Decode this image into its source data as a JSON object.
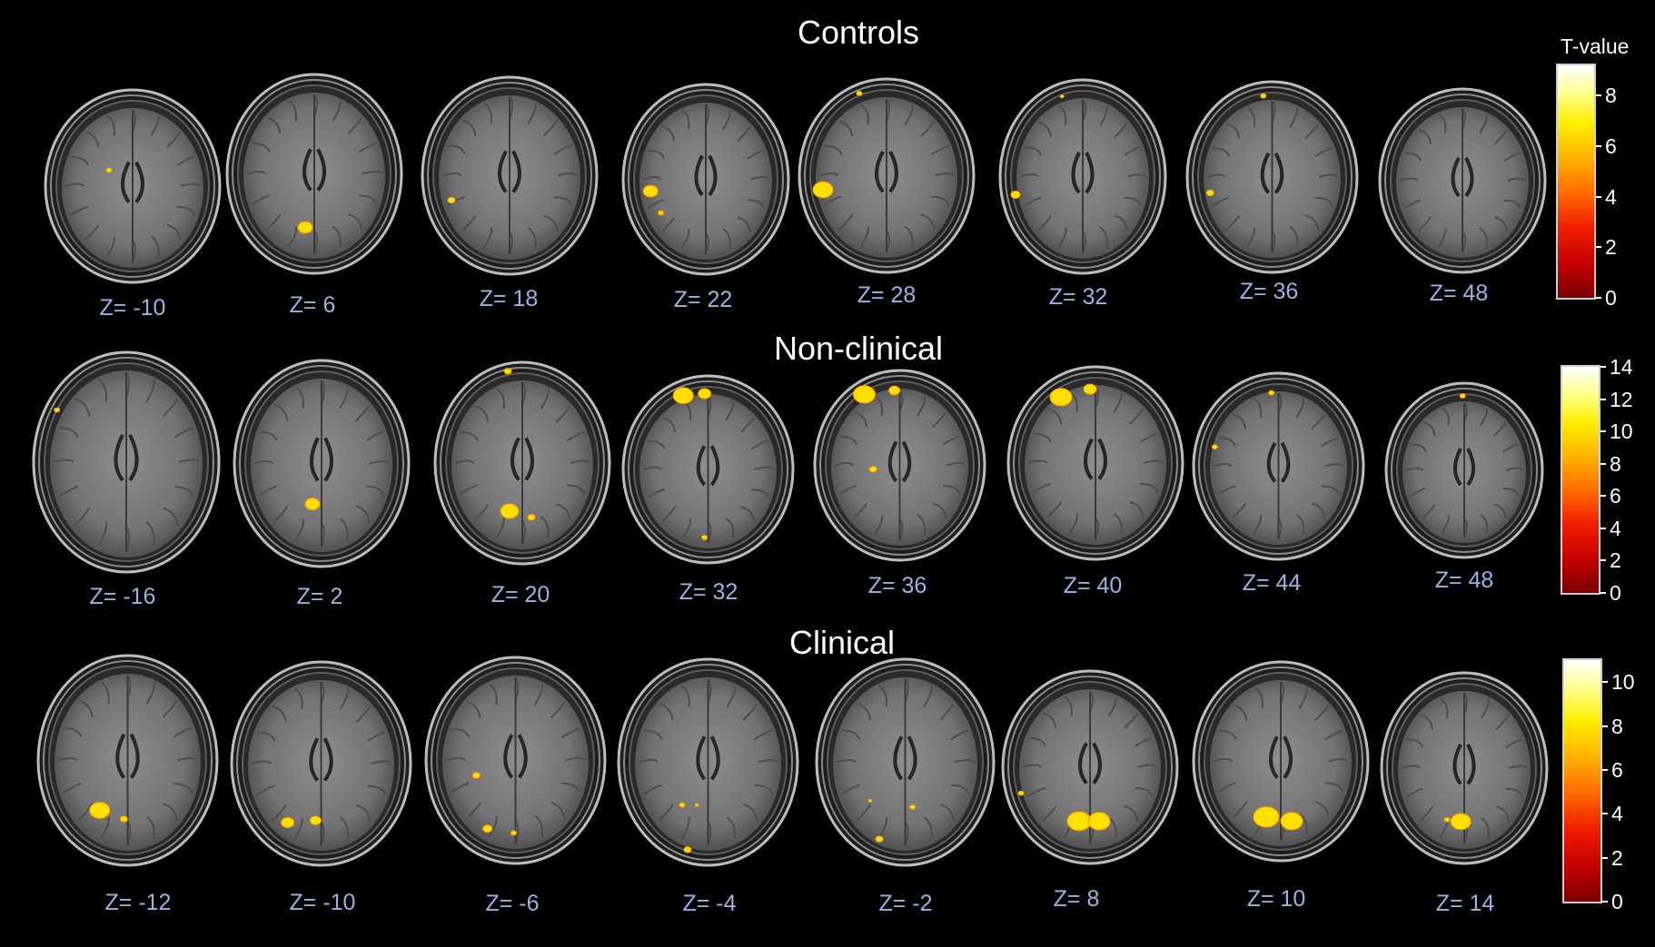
{
  "rows": [
    {
      "title": "Controls",
      "slices": [
        {
          "z": "Z= -10"
        },
        {
          "z": "Z= 6"
        },
        {
          "z": "Z= 18"
        },
        {
          "z": "Z= 22"
        },
        {
          "z": "Z= 28"
        },
        {
          "z": "Z= 32"
        },
        {
          "z": "Z= 36"
        },
        {
          "z": "Z= 48"
        }
      ],
      "colorbar": {
        "title": "T-value",
        "ticks": [
          "8",
          "6",
          "4",
          "2",
          "0"
        ],
        "max": 9.2
      }
    },
    {
      "title": "Non-clinical",
      "slices": [
        {
          "z": "Z= -16"
        },
        {
          "z": "Z= 2"
        },
        {
          "z": "Z= 20"
        },
        {
          "z": "Z= 32"
        },
        {
          "z": "Z= 36"
        },
        {
          "z": "Z= 40"
        },
        {
          "z": "Z= 44"
        },
        {
          "z": "Z= 48"
        }
      ],
      "colorbar": {
        "title": "",
        "ticks": [
          "14",
          "12",
          "10",
          "8",
          "6",
          "4",
          "2",
          "0"
        ],
        "max": 14
      }
    },
    {
      "title": "Clinical",
      "slices": [
        {
          "z": "Z= -12"
        },
        {
          "z": "Z= -10"
        },
        {
          "z": "Z= -6"
        },
        {
          "z": "Z= -4"
        },
        {
          "z": "Z= -2"
        },
        {
          "z": "Z= 8"
        },
        {
          "z": "Z= 10"
        },
        {
          "z": "Z= 14"
        }
      ],
      "colorbar": {
        "title": "",
        "ticks": [
          "10",
          "8",
          "6",
          "4",
          "2",
          "0"
        ],
        "max": 11
      }
    }
  ],
  "colors": {
    "background": "#000000",
    "label": "#9ab3e4",
    "title": "#ffffff",
    "activation": "#ffe000"
  }
}
